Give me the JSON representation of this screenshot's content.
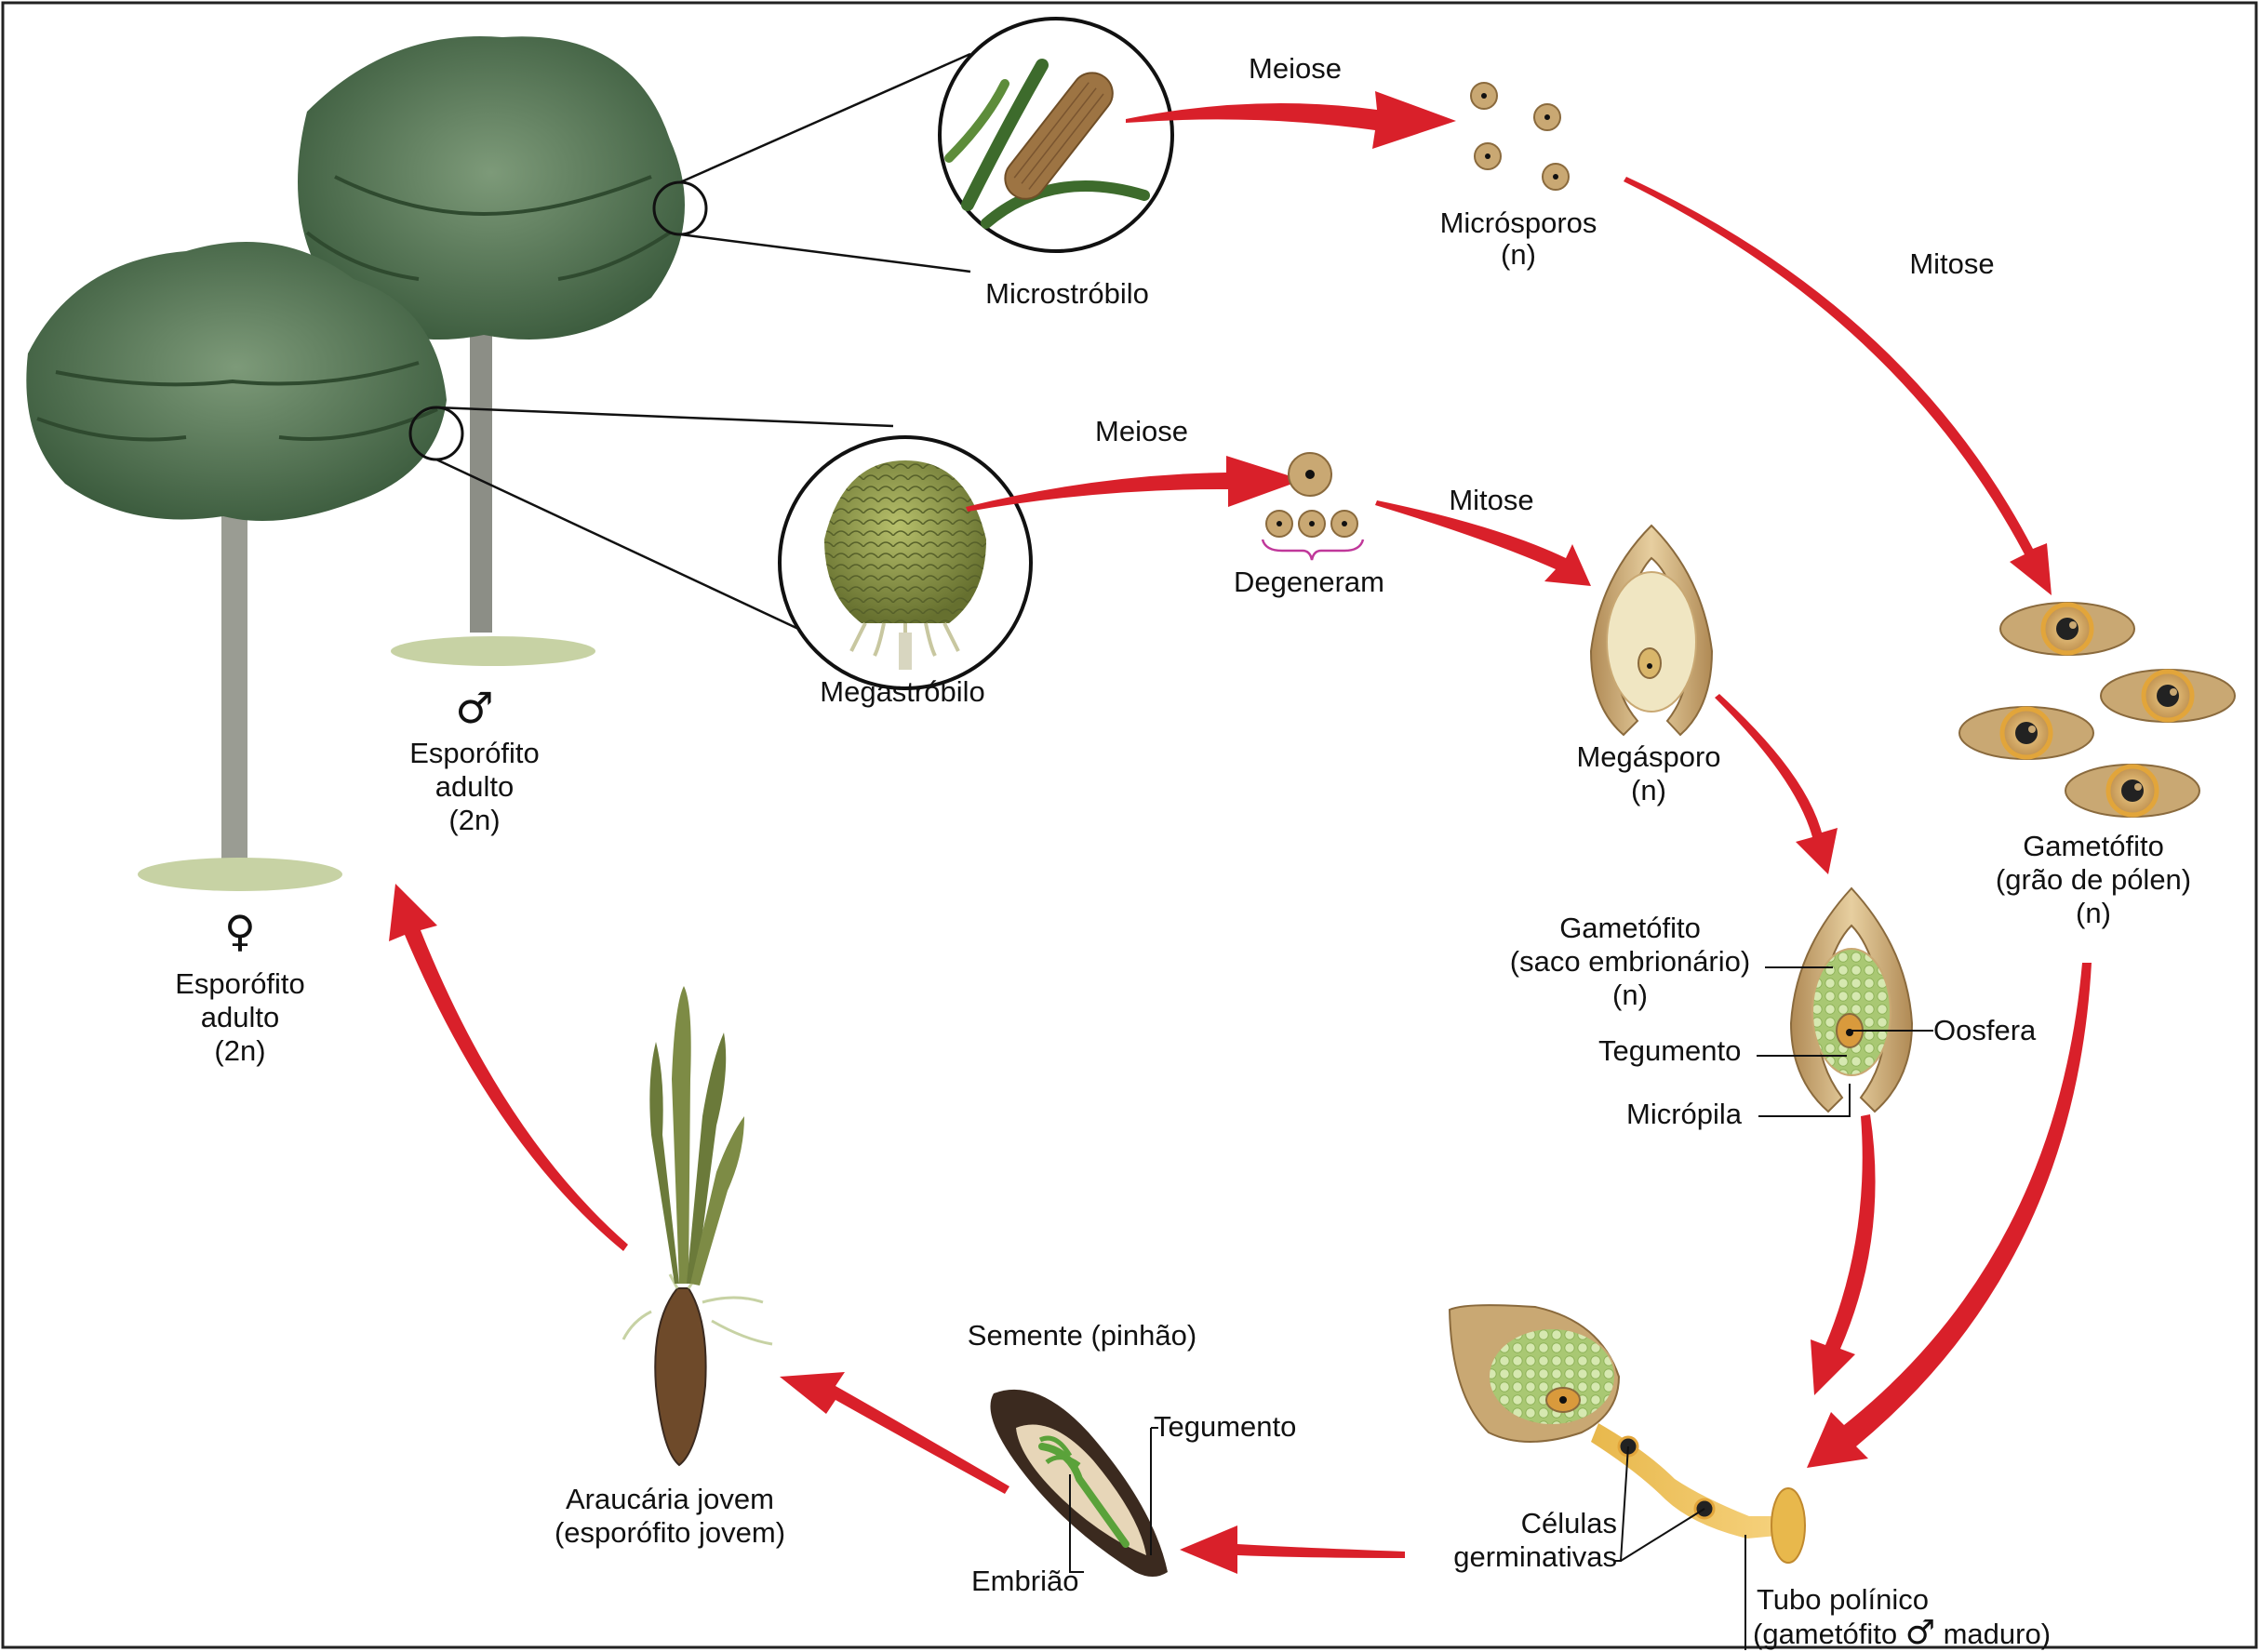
{
  "colors": {
    "arrow": "#d9202a",
    "tissue": "#c9a873",
    "tissue_dark": "#8a6a3d",
    "pollen": "#e2a53a",
    "sac": "#bcd58e",
    "foliage": "#4b6b48",
    "trunk": "#8c8e86",
    "bracket": "#c0389a"
  },
  "icons": [
    "tree-icon",
    "microstrobilus-icon",
    "megastrobilus-icon",
    "spore-icon",
    "ovule-icon",
    "pollen-grain-icon",
    "seed-icon",
    "seedling-icon",
    "male-symbol-icon",
    "female-symbol-icon"
  ],
  "labels": {
    "meiose_top": "Meiose",
    "microsporos": "Micrósporos",
    "microsporos_n": "(n)",
    "mitose_right": "Mitose",
    "microstrobilo": "Microstróbilo",
    "meiose_mid": "Meiose",
    "mitose_mid": "Mitose",
    "degeneram": "Degeneram",
    "megastrobilo": "Megastróbilo",
    "megasporo": "Megásporo",
    "megasporo_n": "(n)",
    "male_symbol": "♂",
    "male_line1": "Esporófito",
    "male_line2": "adulto",
    "male_line3": "(2n)",
    "female_symbol": "♀",
    "female_line1": "Esporófito",
    "female_line2": "adulto",
    "female_line3": "(2n)",
    "gam_polen_1": "Gametófito",
    "gam_polen_2": "(grão de pólen)",
    "gam_polen_3": "(n)",
    "gam_saco_1": "Gametófito",
    "gam_saco_2": "(saco embrionário)",
    "gam_saco_3": "(n)",
    "tegumento_ovule": "Tegumento",
    "oosfera": "Oosfera",
    "micropila": "Micrópila",
    "semente": "Semente (pinhão)",
    "tegumento_seed": "Tegumento",
    "embriao": "Embrião",
    "araucaria_1": "Araucária jovem",
    "araucaria_2": "(esporófito jovem)",
    "celulas_1": "Células",
    "celulas_2": "germinativas",
    "tubo_1": "Tubo polínico",
    "tubo_2a": "(gametófito",
    "tubo_sym": "♂",
    "tubo_2b": "maduro)"
  }
}
